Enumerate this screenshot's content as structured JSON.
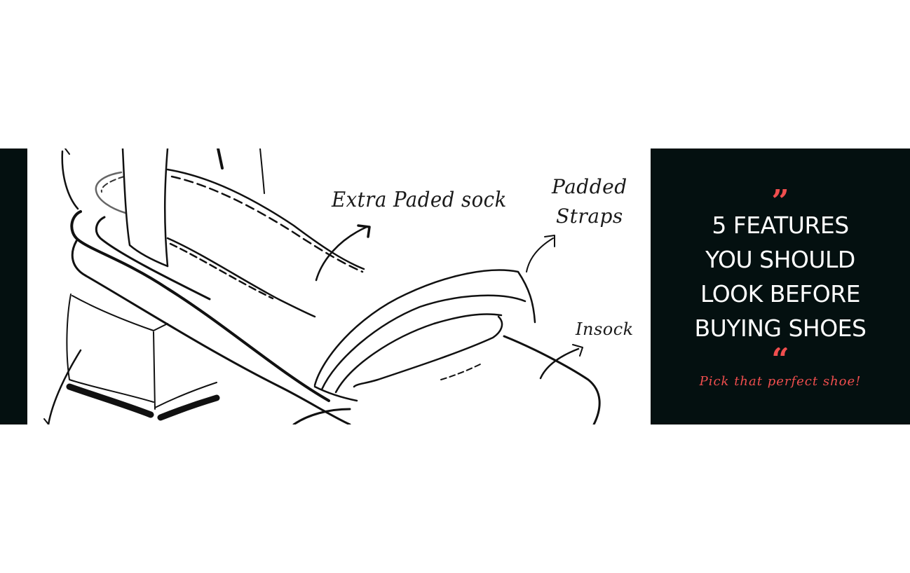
{
  "banner": {
    "illustration": {
      "subject": "sandal-sketch",
      "labels": {
        "sock": "Extra Paded sock",
        "straps_line1": "Padded",
        "straps_line2": "Straps",
        "insock": "Insock"
      }
    },
    "panel": {
      "quote_open": "”",
      "headline": [
        "5 FEATURES",
        "YOU SHOULD",
        "LOOK BEFORE",
        "BUYING SHOES"
      ],
      "quote_close": "“",
      "tagline": "Pick that perfect shoe!"
    },
    "colors": {
      "panel_bg": "#041010",
      "accent": "#f04e4e",
      "headline": "#ffffff"
    }
  }
}
